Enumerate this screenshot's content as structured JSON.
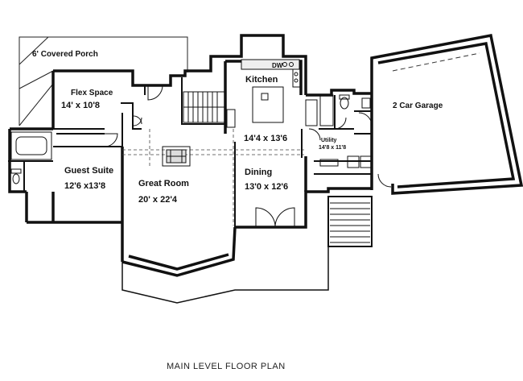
{
  "plan_title": "MAIN LEVEL FLOOR PLAN",
  "rooms": {
    "porch": {
      "name": "6' Covered Porch"
    },
    "flex": {
      "name": "Flex Space",
      "size": "14' x 10'8"
    },
    "kitchen": {
      "name": "Kitchen",
      "size": "14'4 x 13'6"
    },
    "garage": {
      "name": "2 Car Garage"
    },
    "utility": {
      "name": "Utility",
      "size": "14'8 x 11'8"
    },
    "guest": {
      "name": "Guest Suite",
      "size": "12'6 x13'8"
    },
    "great": {
      "name": "Great Room",
      "size": "20' x 22'4"
    },
    "dining": {
      "name": "Dining",
      "size": "13'0 x 12'6"
    }
  },
  "fixtures": {
    "dw": "DW"
  },
  "colors": {
    "line": "#111111",
    "background": "#ffffff"
  }
}
